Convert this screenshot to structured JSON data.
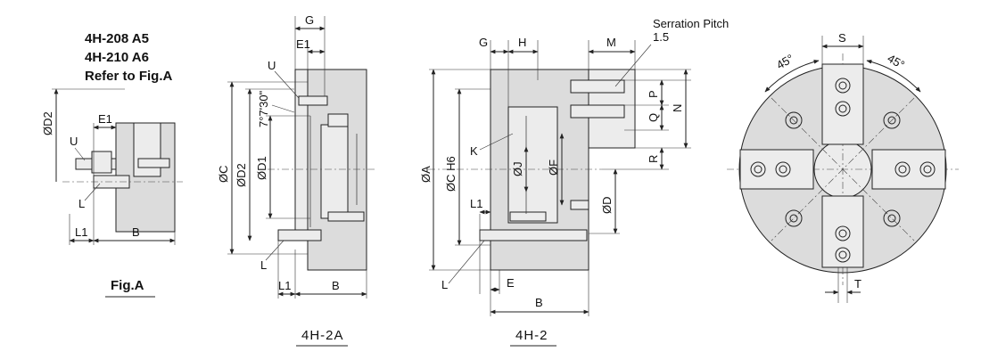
{
  "note": {
    "line1": "4H-208 A5",
    "line2": "4H-210 A6",
    "line3": "Refer to Fig.A"
  },
  "captions": {
    "fig_a": "Fig.A",
    "view_2a": "4H-2A",
    "view_2": "4H-2"
  },
  "labels": {
    "serration_pitch": "Serration Pitch",
    "serration_value": "1.5",
    "G": "G",
    "E1": "E1",
    "U": "U",
    "L": "L",
    "L1": "L1",
    "B": "B",
    "E": "E",
    "H": "H",
    "M": "M",
    "N": "N",
    "P": "P",
    "Q": "Q",
    "R": "R",
    "K": "K",
    "S": "S",
    "T": "T",
    "angle45": "45°",
    "phiD2": "ØD2",
    "phiC": "ØC",
    "phiD1": "ØD1",
    "phiA": "ØA",
    "phiCH6": "ØC H6",
    "phiJ": "ØJ",
    "phiF": "ØF",
    "phiD": "ØD",
    "angle7": "7°7'30\""
  }
}
